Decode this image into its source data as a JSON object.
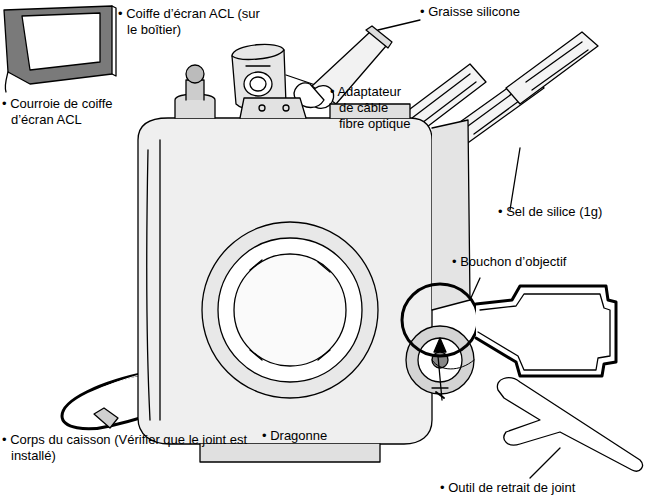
{
  "diagram": {
    "labels": [
      "• Coiffe d’écran ACL (sur le boîtier)",
      "• Graisse silicone",
      "• Adaptateur de câble fibre optique",
      "• Courroie de coiffe d’écran ACL",
      "• Sel de silice (1g)",
      "• Bouchon d’objectif",
      "• Corps du caisson (Vérifier que le joint est installé)",
      "• Dragonne",
      "• Outil de retrait de joint"
    ]
  }
}
